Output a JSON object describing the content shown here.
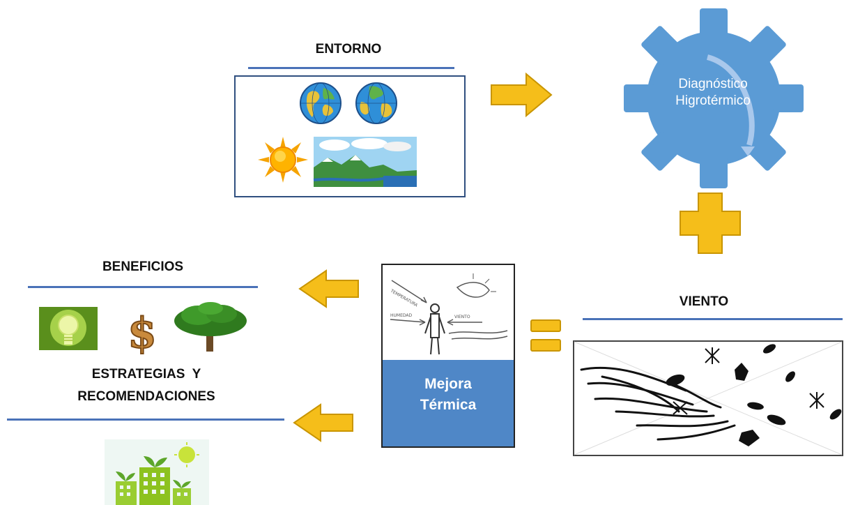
{
  "entorno": {
    "title": "ENTORNO"
  },
  "diagnostico": {
    "line1": "Diagnóstico",
    "line2": "Higrotérmico"
  },
  "viento": {
    "title": "VIENTO"
  },
  "mejora": {
    "line1": "Mejora",
    "line2": "Térmica"
  },
  "beneficios": {
    "title": "BENEFICIOS"
  },
  "estrategias": {
    "line1": "ESTRATEGIAS  Y",
    "line2": "RECOMENDACIONES"
  },
  "colors": {
    "accent_blue": "#4a72b8",
    "gear_blue": "#5b9bd5",
    "arrow_gold": "#f5be1a",
    "arrow_outline": "#c99500",
    "mejora_blue": "#4f87c7"
  },
  "icons": [
    "globe-icon",
    "sun-icon",
    "water-cycle-icon",
    "gear-icon",
    "plus-icon",
    "equals-icon",
    "arrow-right-icon",
    "arrow-left-icon",
    "lightbulb-icon",
    "dollar-icon",
    "tree-icon",
    "green-city-icon",
    "wind-leaves-icon",
    "person-thermal-icon"
  ]
}
